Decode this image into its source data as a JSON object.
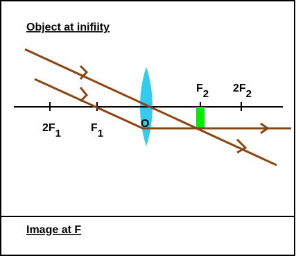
{
  "top_panel": {
    "title": "Object at inifiity"
  },
  "bottom_panel": {
    "caption": "Image at F"
  },
  "labels": {
    "two_f1": {
      "main": "2F",
      "sub": "1"
    },
    "f1": {
      "main": "F",
      "sub": "1"
    },
    "optical_center": {
      "main": "O"
    },
    "f2": {
      "main": "F",
      "sub": "2"
    },
    "two_f2": {
      "main": "2F",
      "sub": "2"
    }
  },
  "colors": {
    "ray": "#8b4513",
    "lens": "#33ccee",
    "image": "#00ee00",
    "axis": "#000000",
    "border": "#000000"
  }
}
